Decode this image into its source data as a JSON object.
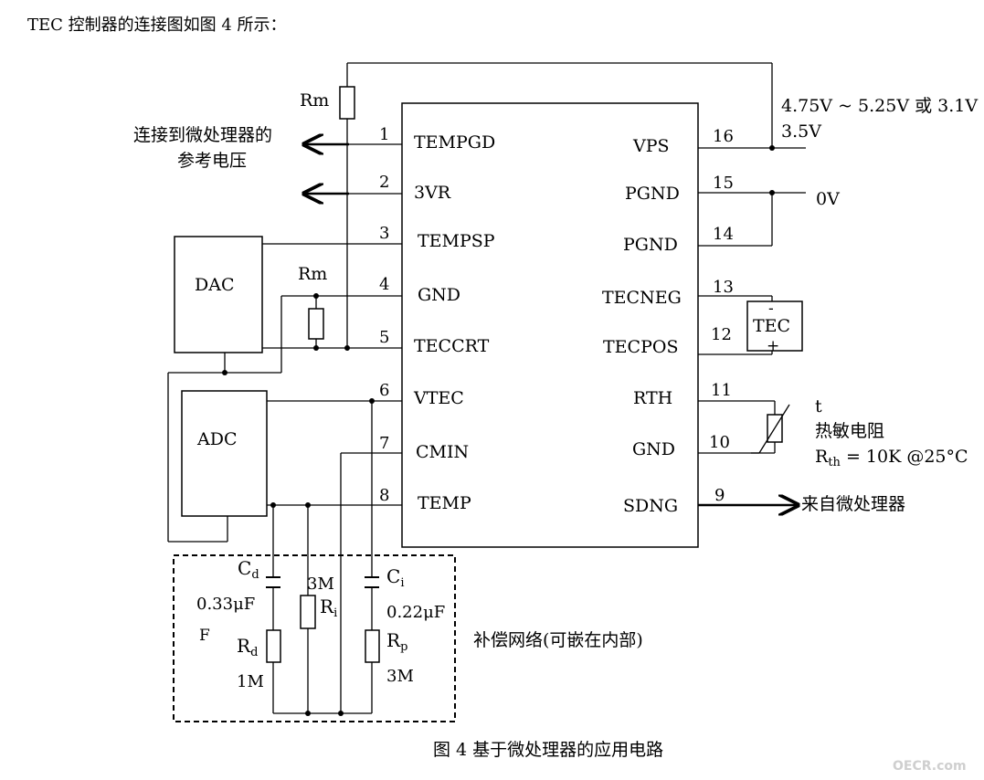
{
  "header": {
    "intro": "TEC 控制器的连接图如图 4 所示："
  },
  "chip": {
    "left_pins": [
      {
        "num": "1",
        "name": "TEMPGD"
      },
      {
        "num": "2",
        "name": "3VR"
      },
      {
        "num": "3",
        "name": "TEMPSP"
      },
      {
        "num": "4",
        "name": "GND"
      },
      {
        "num": "5",
        "name": "TECCRT"
      },
      {
        "num": "6",
        "name": "VTEC"
      },
      {
        "num": "7",
        "name": "CMIN"
      },
      {
        "num": "8",
        "name": "TEMP"
      }
    ],
    "right_pins": [
      {
        "num": "16",
        "name": "VPS"
      },
      {
        "num": "15",
        "name": "PGND"
      },
      {
        "num": "14",
        "name": "PGND"
      },
      {
        "num": "13",
        "name": "TECNEG"
      },
      {
        "num": "12",
        "name": "TECPOS"
      },
      {
        "num": "11",
        "name": "RTH"
      },
      {
        "num": "10",
        "name": "GND"
      },
      {
        "num": "9",
        "name": "SDNG"
      }
    ]
  },
  "labels": {
    "rm_top": "Rm",
    "rm_mid": "Rm",
    "dac": "DAC",
    "adc": "ADC",
    "to_mcu_ref_line1": "连接到微处理器的",
    "to_mcu_ref_line2": "参考电压",
    "supply_line1": "4.75V ~ 5.25V 或 3.1V",
    "supply_line2": "3.5V",
    "ground_0v": "0V",
    "tec": "TEC",
    "tec_minus": "-",
    "tec_plus": "+",
    "thermistor_t": "t",
    "thermistor_name": "热敏电阻",
    "rth_main": "R",
    "rth_sub": "th",
    "rth_value": " = 10K @25°C",
    "from_mcu": "来自微处理器",
    "cd_main": "C",
    "cd_sub": "d",
    "cd_value": "0.33μF",
    "stray_f": "F",
    "rd_main": "R",
    "rd_sub": "d",
    "rd_value": "1M",
    "ri_value": "3M",
    "ri_main": "R",
    "ri_sub": "i",
    "ci_main": "C",
    "ci_sub": "i",
    "ci_value": "0.22μF",
    "rp_main": "R",
    "rp_sub": "p",
    "rp_value": "3M",
    "compensation": "补偿网络(可嵌在内部)"
  },
  "caption": "图 4 基于微处理器的应用电路",
  "watermark": "OECR.com"
}
